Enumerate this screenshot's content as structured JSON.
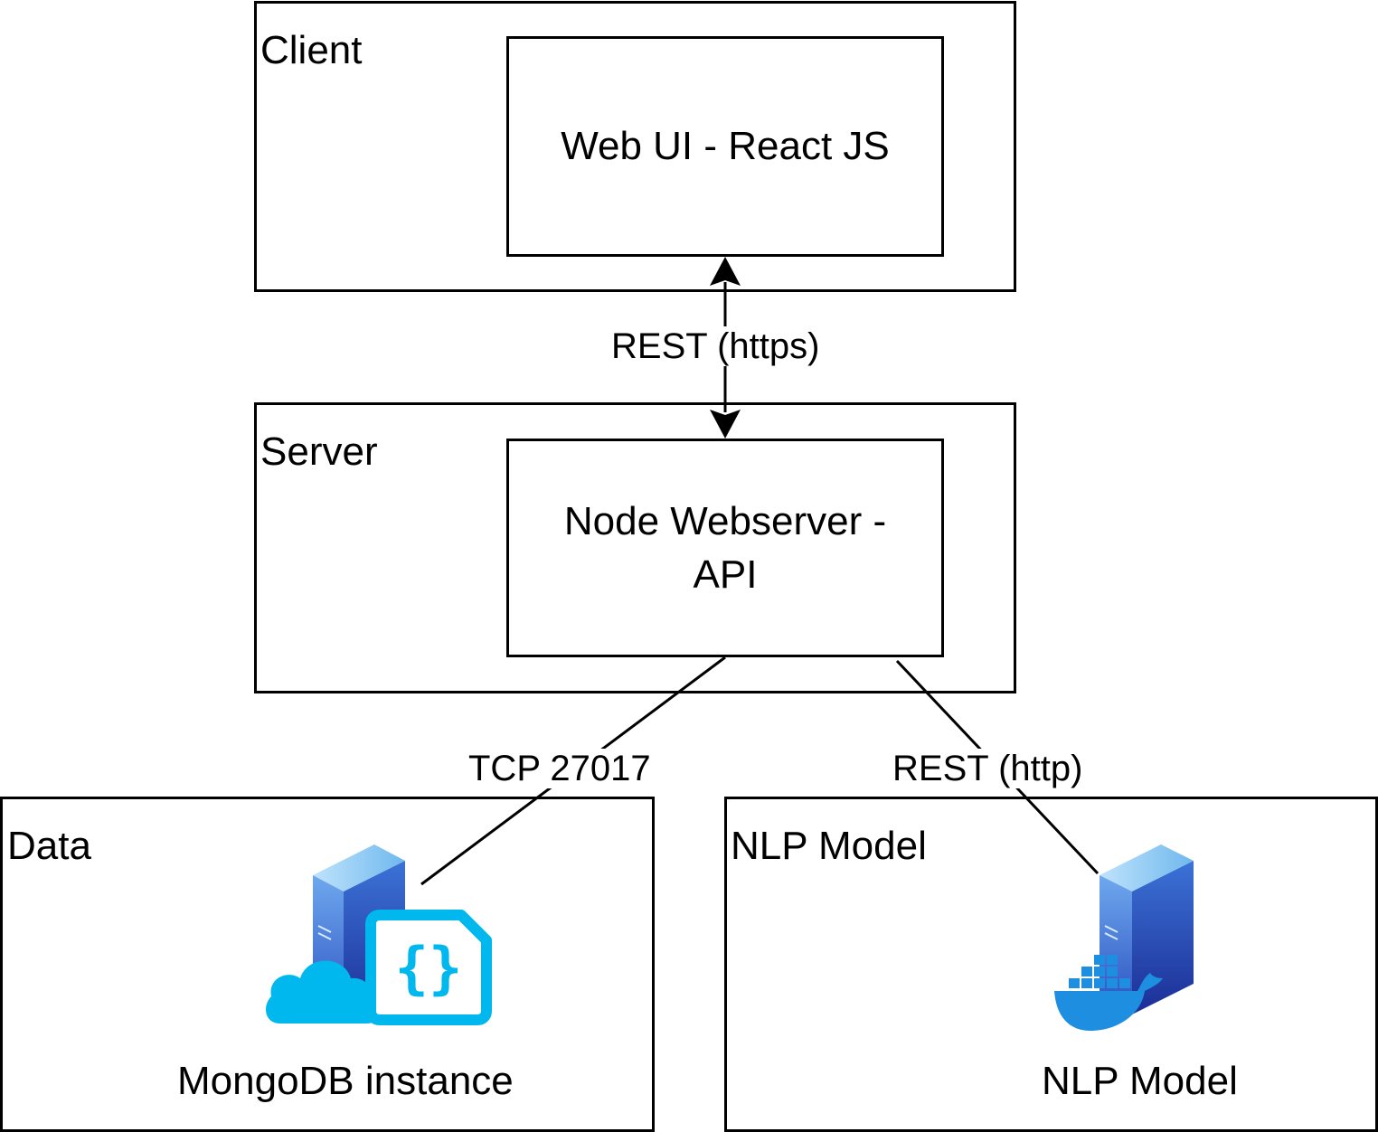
{
  "groups": {
    "client": {
      "title": "Client",
      "component": "Web UI - React JS"
    },
    "server": {
      "title": "Server",
      "component_line1": "Node Webserver -",
      "component_line2": "API"
    },
    "data": {
      "title": "Data",
      "component": "MongoDB instance"
    },
    "nlp": {
      "title": "NLP Model",
      "component": "NLP Model"
    }
  },
  "edges": {
    "client_server": "REST (https)",
    "server_data": "TCP 27017",
    "server_nlp": "REST (http)"
  },
  "icons": {
    "mongodb": "cloud-server-json-icon",
    "nlp": "docker-server-icon"
  },
  "colors": {
    "cloud": "#00B7EE",
    "server_top": "#5AA9E6",
    "server_body": "#2F66C8",
    "server_dark": "#1C3A9A"
  }
}
